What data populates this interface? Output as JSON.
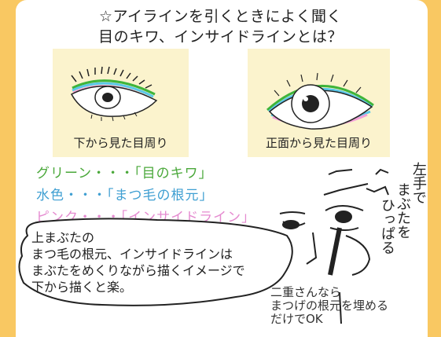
{
  "title": {
    "line1": "☆アイラインを引くときによく聞く",
    "line2": "目のキワ、インサイドラインとは？"
  },
  "photos": [
    {
      "caption": "下から見た目周り"
    },
    {
      "caption": "正面から見た目周り"
    }
  ],
  "legend": [
    {
      "text": "グリーン・・・「目のキワ」",
      "color": "#4aa83a"
    },
    {
      "text": "水色・・・「まつ毛の根元」",
      "color": "#3f9fd2"
    },
    {
      "text": "ピンク・・・「インサイドライン」",
      "color": "#e58bd0"
    }
  ],
  "bubble": {
    "line1": "上まぶたの",
    "line2": "まつ毛の根元、インサイドラインは",
    "line3": "まぶたをめくりながら描くイメージで",
    "line4": "下から描くと楽。"
  },
  "note": {
    "line1": "二重さんなら",
    "line2": "まつげの根元を埋める",
    "line3": "だけでOK"
  },
  "hand_note": {
    "col1": "左手で",
    "col2": "まぶたを",
    "col3": "ひっぱる"
  }
}
